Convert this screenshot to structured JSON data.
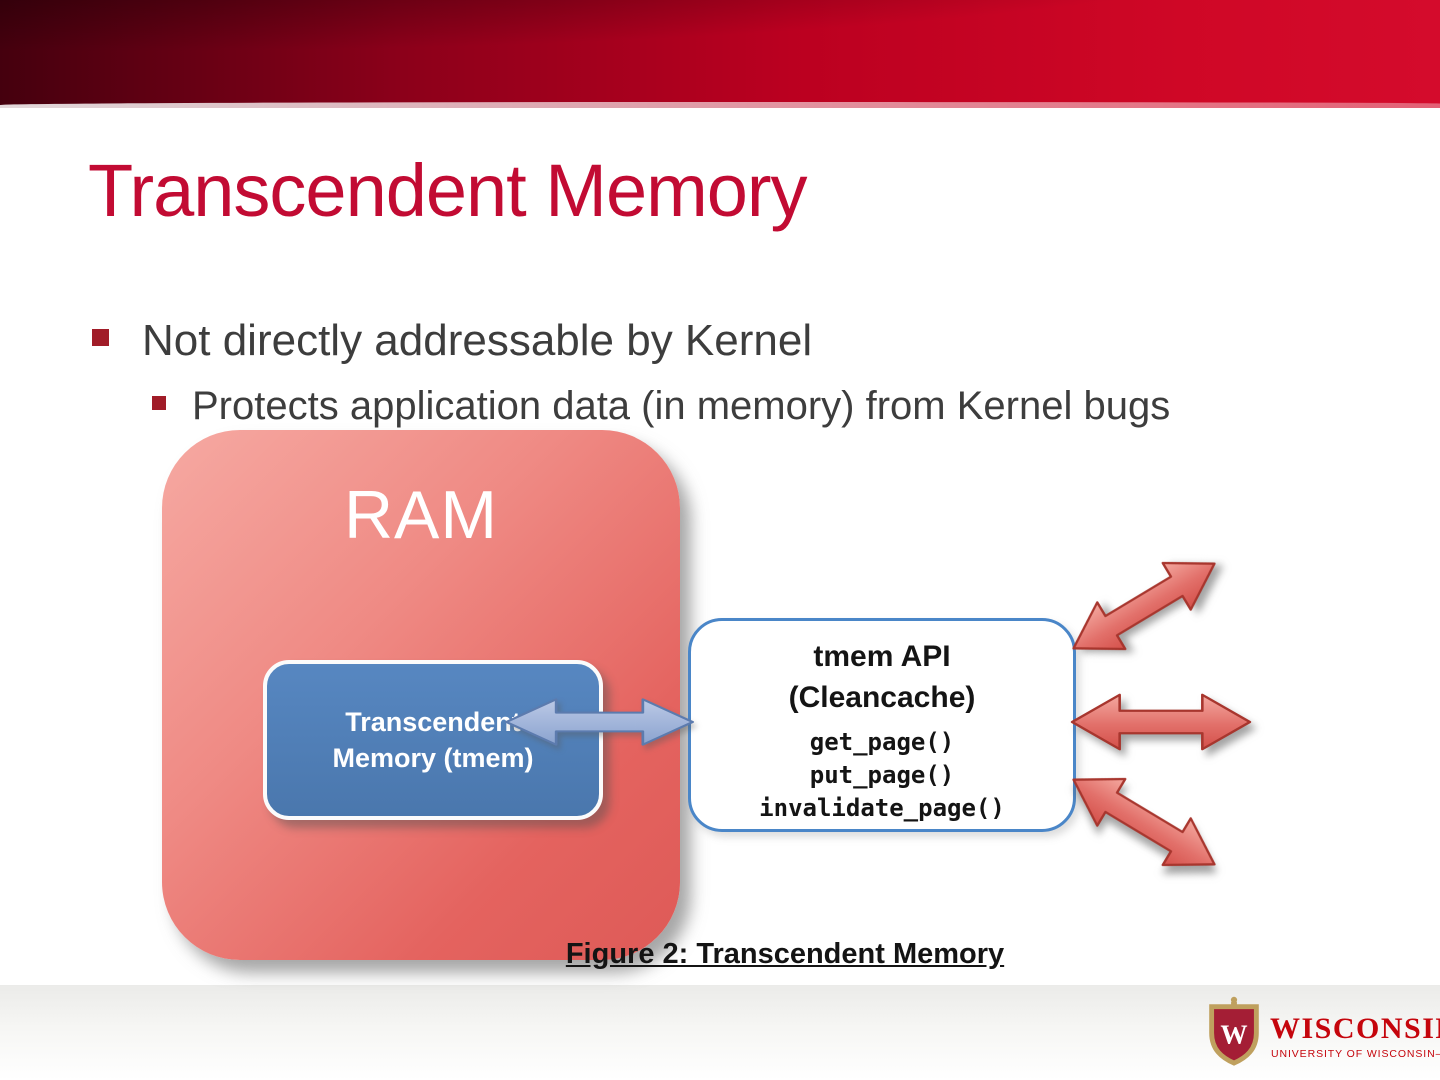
{
  "slide": {
    "title": "Transcendent Memory",
    "bullets": [
      {
        "text": "Not directly addressable by Kernel"
      },
      {
        "text": "Protects application data (in memory) from Kernel bugs"
      }
    ],
    "caption": "Figure 2: Transcendent Memory"
  },
  "diagram": {
    "ram_label": "RAM",
    "tmem_label_lines": [
      "Transcendent",
      "Memory (tmem)"
    ],
    "api_title_lines": [
      "tmem API",
      "(Cleancache)"
    ],
    "api_functions": [
      "get_page()",
      "put_page()",
      "invalidate_page()"
    ]
  },
  "footer": {
    "university_name": "WISCONSIN",
    "university_subtitle": "UNIVERSITY OF WISCONSIN–MADISON",
    "crest_letter": "W"
  },
  "colors": {
    "title_red": "#c20b33",
    "banner_dark": "#45000e",
    "banner_bright": "#d40b2c",
    "bullet_marker": "#a11c28",
    "body_text": "#3d3d3d",
    "ram_fill_light": "#f6a9a2",
    "ram_fill_dark": "#de5a57",
    "tmem_blue": "#4f81bd",
    "api_border_blue": "#4a86c8",
    "arrow_red_light": "#f4a9a0",
    "arrow_red_dark": "#d4504a",
    "uw_red": "#c5050c"
  }
}
